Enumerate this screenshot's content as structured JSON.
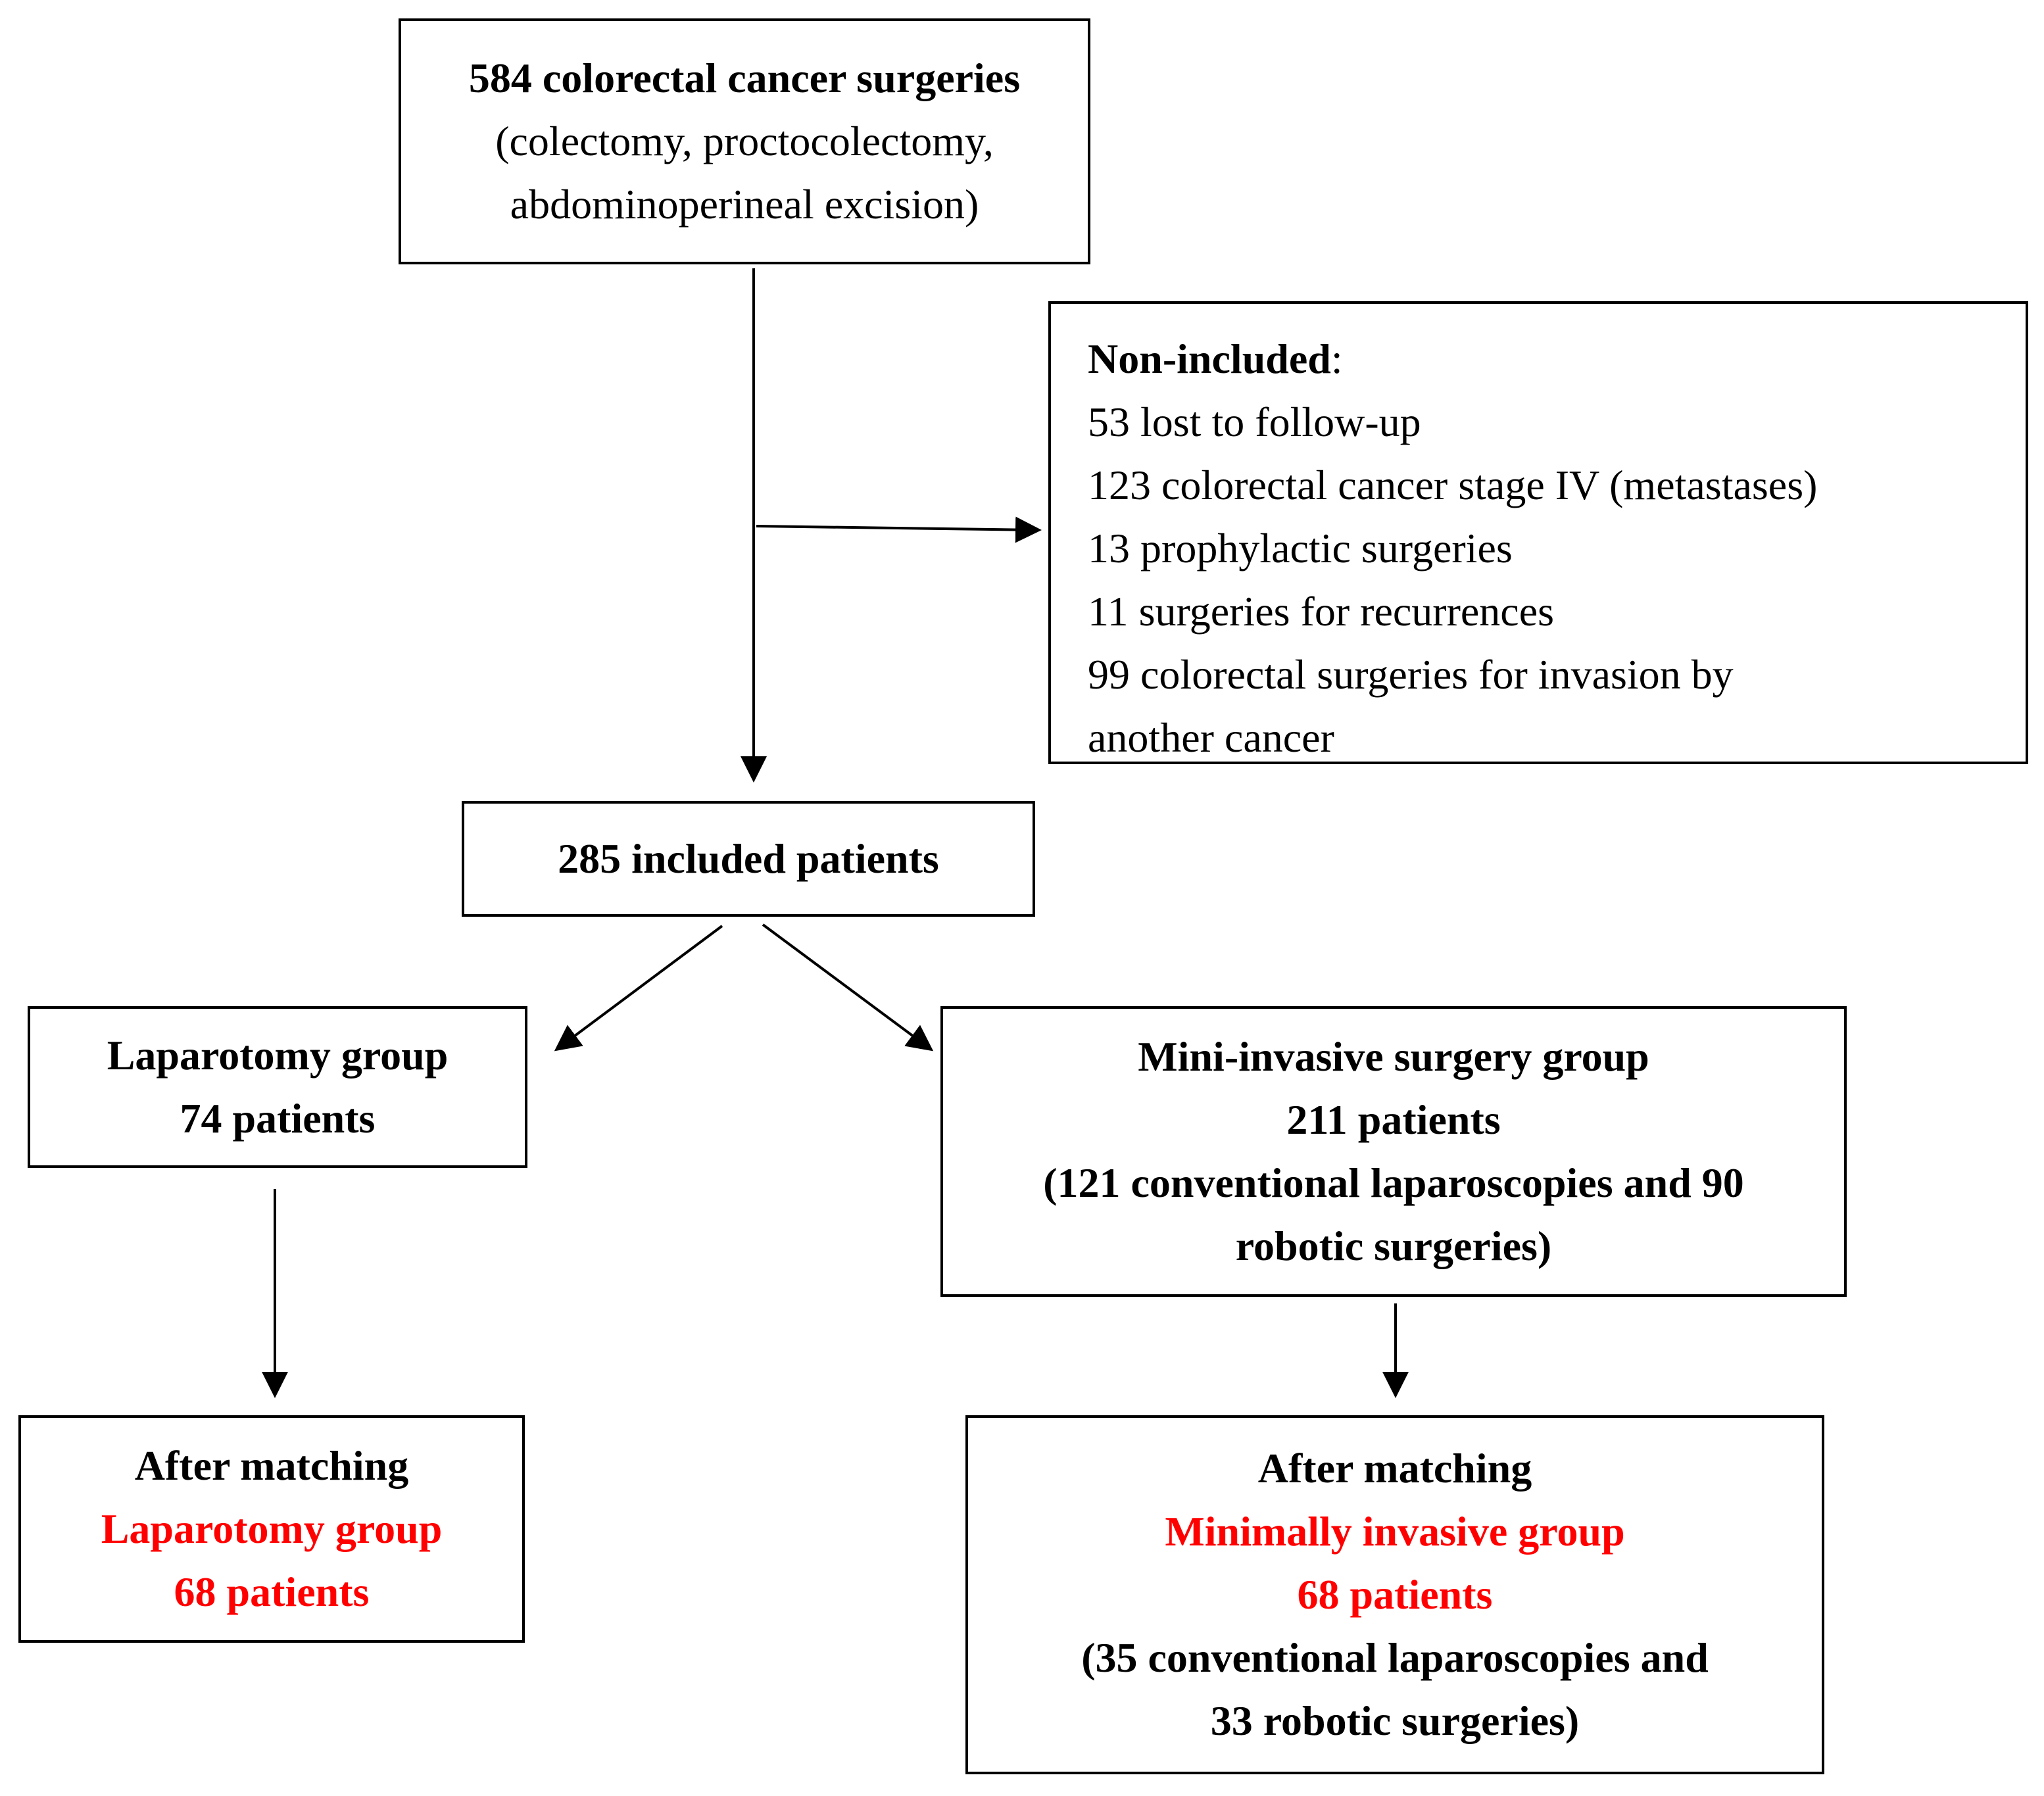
{
  "boxes": {
    "start": {
      "title": "584 colorectal cancer surgeries",
      "lines": [
        "(colectomy, proctocolectomy,",
        "abdominoperineal excision)"
      ]
    },
    "excluded": {
      "title": "Non-included",
      "title_suffix": ":",
      "items": [
        "53 lost to follow-up",
        "123 colorectal cancer stage IV (metastases)",
        "13 prophylactic surgeries",
        "11 surgeries for recurrences",
        "99 colorectal surgeries for invasion by",
        "another cancer"
      ]
    },
    "included": {
      "title": "285 included patients"
    },
    "laparotomy": {
      "title": "Laparotomy group",
      "count": "74 patients"
    },
    "mini_invasive": {
      "title": "Mini-invasive surgery group",
      "count": "211 patients",
      "detail": [
        "(121 conventional laparoscopies and 90",
        "robotic surgeries)"
      ]
    },
    "matched_laparotomy": {
      "heading": "After matching",
      "group": "Laparotomy group",
      "count": "68 patients"
    },
    "matched_minimal": {
      "heading": "After matching",
      "group": "Minimally invasive group",
      "count": "68 patients",
      "detail": [
        "(35 conventional laparoscopies and",
        "33 robotic surgeries)"
      ]
    }
  },
  "colors": {
    "highlight": "#ff0000",
    "ink": "#000000"
  }
}
